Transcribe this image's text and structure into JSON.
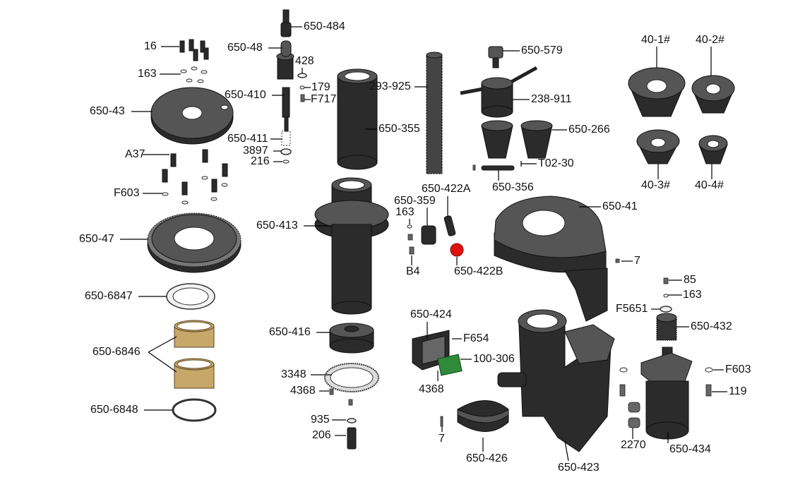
{
  "title": "Exploded parts diagram",
  "labels": {
    "p650_484": "650-484",
    "p650_48": "650-48",
    "p16": "16",
    "p428": "428",
    "p163a": "163",
    "p179": "179",
    "pF717": "F717",
    "p650_410": "650-410",
    "p293_925": "293-925",
    "p650_579": "650-579",
    "p238_911": "238-911",
    "p40_1": "40-1#",
    "p40_2": "40-2#",
    "p650_43": "650-43",
    "p650_355": "650-355",
    "p650_266": "650-266",
    "p650_411": "650-411",
    "p3897": "3897",
    "p216": "216",
    "pA37": "A37",
    "pT02_30": "T02-30",
    "p40_3": "40-3#",
    "p40_4": "40-4#",
    "p650_356": "650-356",
    "p650_422A": "650-422A",
    "pF603a": "F603",
    "p650_359": "650-359",
    "p163b": "163",
    "p650_41": "650-41",
    "p650_47": "650-47",
    "p650_413": "650-413",
    "p7a": "7",
    "pB4": "B4",
    "p650_422B": "650-422B",
    "p85": "85",
    "p163c": "163",
    "p650_6847": "650-6847",
    "pF5651": "F5651",
    "p650_424": "650-424",
    "p650_432": "650-432",
    "p650_416": "650-416",
    "pF654": "F654",
    "p650_6846": "650-6846",
    "p100_306": "100-306",
    "pF603b": "F603",
    "p3348": "3348",
    "p4368a": "4368",
    "p4368b": "4368",
    "p119": "119",
    "p650_6848": "650-6848",
    "p935": "935",
    "p7b": "7",
    "p206": "206",
    "p2270": "2270",
    "p650_434": "650-434",
    "p650_426": "650-426",
    "p650_423": "650-423"
  },
  "colors": {
    "part": "#2b2b2b",
    "knob": "#e01010",
    "bronze": "#c8a86a",
    "pcb": "#2f8a3a"
  }
}
